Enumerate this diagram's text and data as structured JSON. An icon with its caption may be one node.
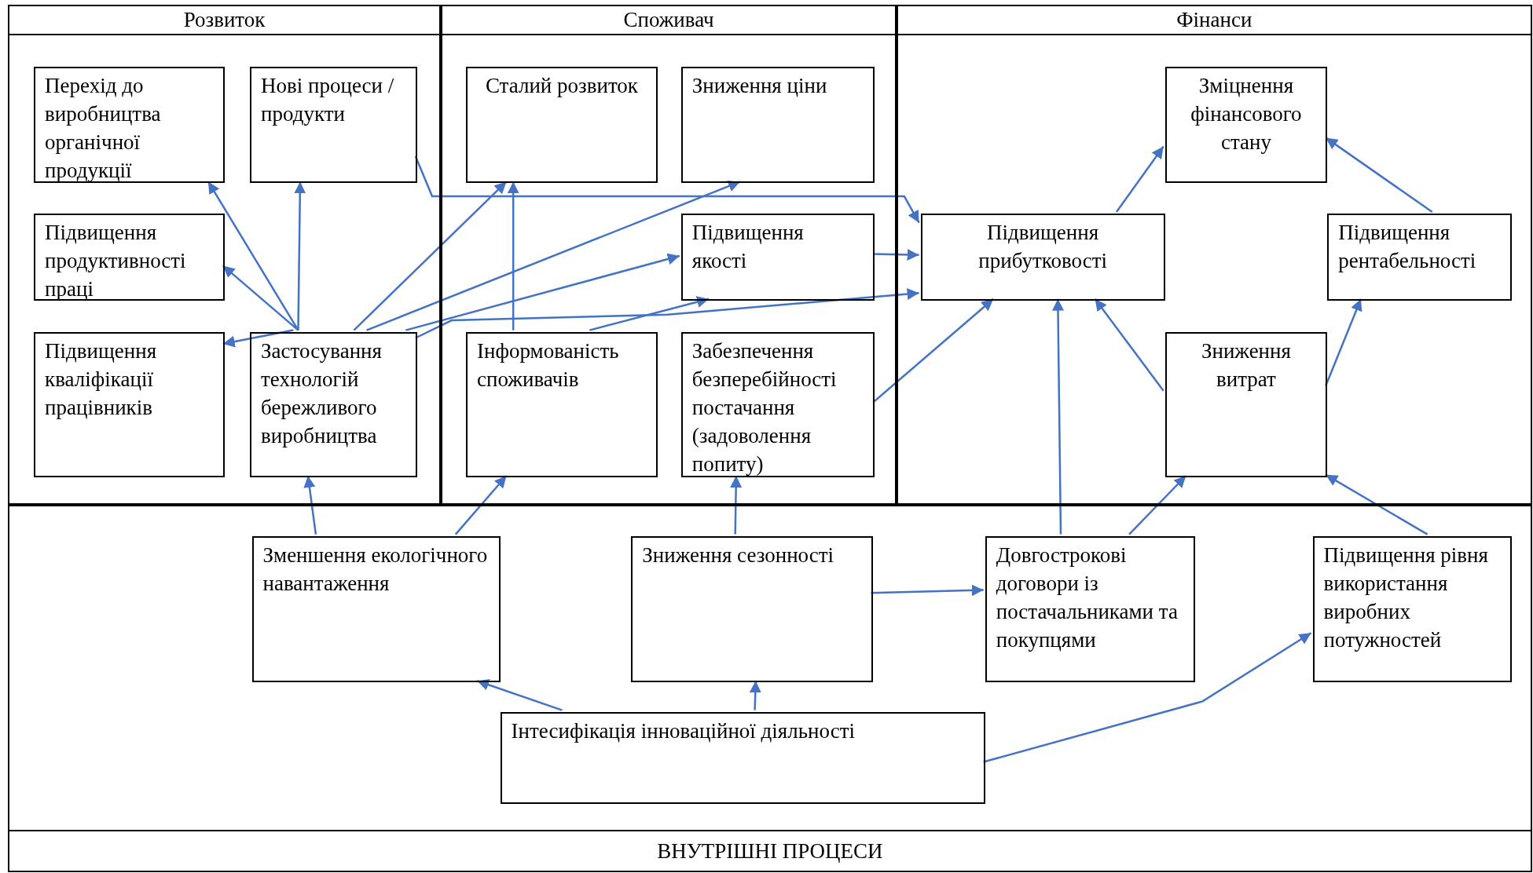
{
  "diagram": {
    "nodes": [
      {
        "text": [
          "Розвиток"
        ]
      },
      {
        "text": [
          "Перехід до виробництва органічної продукції"
        ],
        "in": 0
      },
      {
        "text": [
          "Нові процеси / продукти"
        ],
        "in": 0
      },
      {
        "text": [
          "Підвищення продуктивності праці"
        ],
        "in": 0
      },
      {
        "text": [
          "Підвищення кваліфікації працівників"
        ],
        "in": 0
      },
      {
        "text": [
          "Застосування технологій бережливого виробництва"
        ],
        "in": 0
      },
      {
        "text": [
          "Споживач"
        ]
      },
      {
        "text": [
          "Сталий розвиток"
        ],
        "in": 6
      },
      {
        "text": [
          "Зниження ціни"
        ],
        "in": 6
      },
      {
        "text": [
          "Підвищення якості"
        ],
        "in": 6
      },
      {
        "text": [
          "Інформованість споживачів"
        ],
        "in": 6
      },
      {
        "text": [
          "Забезпечення безперебійності постачання (задоволення попиту)"
        ],
        "in": 6
      },
      {
        "text": [
          "Фінанси"
        ]
      },
      {
        "text": [
          "Зміцнення фінансового стану"
        ],
        "in": 12
      },
      {
        "text": [
          "Підвищення прибутковості"
        ],
        "in": 12
      },
      {
        "text": [
          "Підвищення рентабельності"
        ],
        "in": 12
      },
      {
        "text": [
          "Зниження витрат"
        ],
        "in": 12
      },
      {
        "text": [
          "ВНУТРІШНІ ПРОЦЕСИ"
        ]
      },
      {
        "text": [
          "Зменшення екологічного навантаження"
        ],
        "in": 17
      },
      {
        "text": [
          "Зниження сезонності"
        ],
        "in": 17
      },
      {
        "text": [
          "Довгострокові договори із постачальниками та покупцями"
        ],
        "in": 17
      },
      {
        "text": [
          "Підвищення рівня використання виробних потужностей"
        ],
        "in": 17
      },
      {
        "text": [
          "Інтесифікація інноваційної діяльності"
        ],
        "in": 17
      }
    ],
    "edges": [
      {
        "from": 5,
        "to": 1,
        "arrow": "to"
      },
      {
        "from": 5,
        "to": 2,
        "arrow": "to"
      },
      {
        "from": 5,
        "to": 3,
        "arrow": "to"
      },
      {
        "from": 5,
        "to": 4,
        "arrow": "to"
      },
      {
        "from": 5,
        "to": 7,
        "arrow": "to"
      },
      {
        "from": 5,
        "to": 8,
        "arrow": "to"
      },
      {
        "from": 5,
        "to": 9,
        "arrow": "to"
      },
      {
        "from": 5,
        "to": 14,
        "arrow": "to"
      },
      {
        "from": 2,
        "to": 14,
        "arrow": "to"
      },
      {
        "from": 10,
        "to": 7,
        "arrow": "to"
      },
      {
        "from": 10,
        "to": 9,
        "arrow": "to"
      },
      {
        "from": 9,
        "to": 14,
        "arrow": "to"
      },
      {
        "from": 11,
        "to": 14,
        "arrow": "to"
      },
      {
        "from": 14,
        "to": 13,
        "arrow": "to"
      },
      {
        "from": 15,
        "to": 13,
        "arrow": "to"
      },
      {
        "from": 16,
        "to": 14,
        "arrow": "to"
      },
      {
        "from": 16,
        "to": 15,
        "arrow": "to"
      },
      {
        "from": 18,
        "to": 5,
        "arrow": "to"
      },
      {
        "from": 18,
        "to": 10,
        "arrow": "to"
      },
      {
        "from": 19,
        "to": 11,
        "arrow": "to"
      },
      {
        "from": 20,
        "to": 14,
        "arrow": "to"
      },
      {
        "from": 20,
        "to": 16,
        "arrow": "to"
      },
      {
        "from": 21,
        "to": 16,
        "arrow": "to"
      },
      {
        "from": 22,
        "to": 18,
        "arrow": "to"
      },
      {
        "from": 22,
        "to": 19,
        "arrow": "to"
      },
      {
        "from": 19,
        "to": 20,
        "arrow": "to"
      },
      {
        "from": 22,
        "to": 21,
        "arrow": "to"
      }
    ]
  }
}
